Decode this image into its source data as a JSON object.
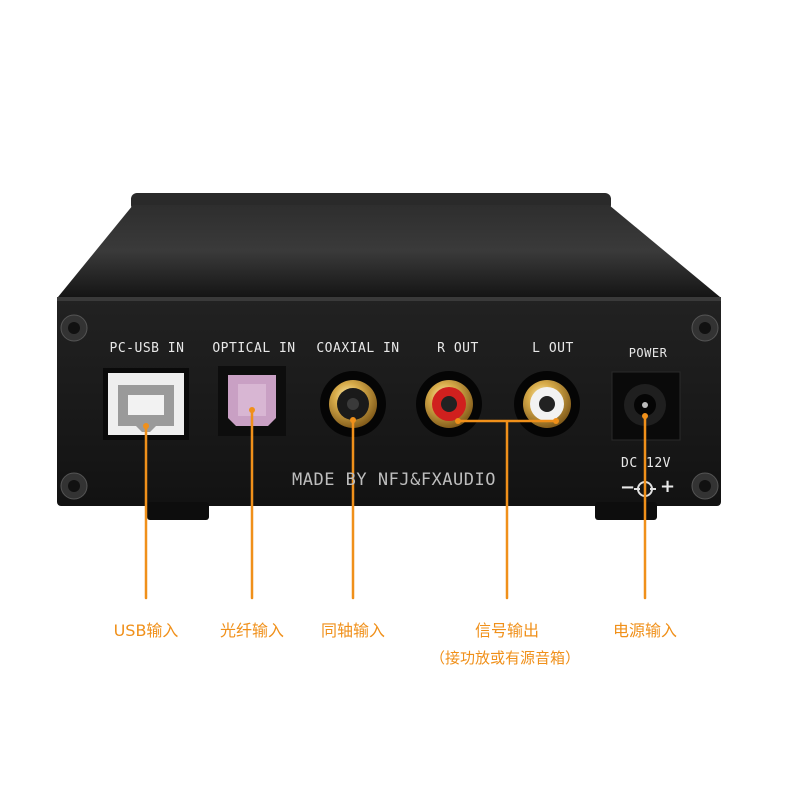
{
  "device": {
    "ports": [
      {
        "id": "usb",
        "label": "PC-USB IN"
      },
      {
        "id": "optical",
        "label": "OPTICAL IN"
      },
      {
        "id": "coaxial",
        "label": "COAXIAL IN"
      },
      {
        "id": "r_out",
        "label": "R OUT"
      },
      {
        "id": "l_out",
        "label": "L OUT"
      },
      {
        "id": "power",
        "label": "POWER"
      }
    ],
    "maker_text": "MADE BY NFJ&FXAUDIO",
    "dc_text": "DC 12V",
    "polarity": {
      "minus": "−",
      "plus": "+"
    }
  },
  "callouts": {
    "usb": "USB输入",
    "optical": "光纤输入",
    "coaxial": "同轴输入",
    "signal": "信号输出",
    "signal_note": "（接功放或有源音箱）",
    "power": "电源输入"
  },
  "colors": {
    "callout_accent": "#f0901a",
    "chassis": "#1a1a1a",
    "panel_text": "#e8e8e8",
    "optical_port": "#c9a0c4",
    "rca_gold": "#c89a3a",
    "rca_red": "#d0201e"
  }
}
